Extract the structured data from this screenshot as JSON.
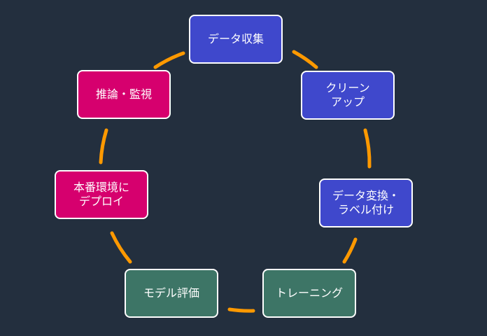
{
  "colors": {
    "background": "#232f3e",
    "connector": "#ff9900",
    "node_border": "#ffffff",
    "text": "#ffffff",
    "data_stage": "#3f48cc",
    "model_stage": "#3d7566",
    "ops_stage": "#d6006e"
  },
  "nodes": [
    {
      "id": "collect",
      "label": "データ収集",
      "group": "data_stage"
    },
    {
      "id": "clean",
      "label": "クリーン\nアップ",
      "group": "data_stage"
    },
    {
      "id": "label",
      "label": "データ変換・\nラベル付け",
      "group": "data_stage"
    },
    {
      "id": "train",
      "label": "トレーニング",
      "group": "model_stage"
    },
    {
      "id": "evaluate",
      "label": "モデル評価",
      "group": "model_stage"
    },
    {
      "id": "deploy",
      "label": "本番環境に\nデプロイ",
      "group": "ops_stage"
    },
    {
      "id": "infer",
      "label": "推論・監視",
      "group": "ops_stage"
    }
  ],
  "connectors": [
    {
      "from": "collect",
      "to": "clean"
    },
    {
      "from": "clean",
      "to": "label"
    },
    {
      "from": "label",
      "to": "train"
    },
    {
      "from": "train",
      "to": "evaluate"
    },
    {
      "from": "evaluate",
      "to": "deploy"
    },
    {
      "from": "deploy",
      "to": "infer"
    },
    {
      "from": "infer",
      "to": "collect"
    }
  ]
}
